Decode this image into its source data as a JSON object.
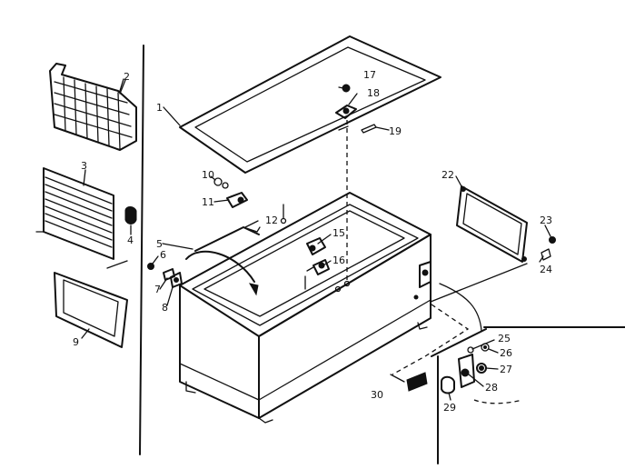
{
  "callouts": {
    "c1": "1",
    "c2": "2",
    "c3": "3",
    "c4": "4",
    "c5": "5",
    "c6": "6",
    "c7": "7",
    "c8": "8",
    "c9": "9",
    "c10": "10",
    "c11": "11",
    "c12": "12",
    "c15": "15",
    "c16": "16",
    "c17": "17",
    "c18": "18",
    "c19": "19",
    "c22": "22",
    "c23": "23",
    "c24": "24",
    "c25": "25",
    "c26": "26",
    "c27": "27",
    "c28": "28",
    "c29": "29",
    "c30": "30"
  }
}
